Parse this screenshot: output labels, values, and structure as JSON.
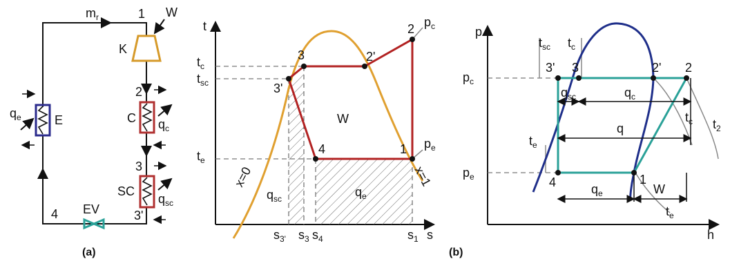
{
  "panel_a": {
    "caption": "(a)",
    "mass_flow": {
      "main": "m",
      "sub": "r"
    },
    "work": "W",
    "components": {
      "compressor": "K",
      "condenser": "C",
      "subcooler": "SC",
      "evaporator": "E",
      "expansion_valve": "EV"
    },
    "heat": {
      "condenser": {
        "main": "q",
        "sub": "c"
      },
      "subcooler": {
        "main": "q",
        "sub": "sc"
      },
      "evaporator": {
        "main": "q",
        "sub": "e"
      }
    },
    "points": [
      "1",
      "2",
      "3",
      "3'",
      "4"
    ],
    "colors": {
      "line": "#111111",
      "compressor": "#d69a2a",
      "hx_red": "#b03030",
      "hx_blue": "#2b2b8c",
      "valve": "#2aa198"
    }
  },
  "panel_ts": {
    "axis_y": "t",
    "axis_x": "s",
    "area_label": "W",
    "y_labels": {
      "tc": {
        "main": "t",
        "sub": "c"
      },
      "tsc": {
        "main": "t",
        "sub": "sc"
      },
      "te": {
        "main": "t",
        "sub": "e"
      }
    },
    "x_labels": {
      "s3p": {
        "main": "s",
        "sub": "3'"
      },
      "s3": {
        "main": "s",
        "sub": "3"
      },
      "s4": {
        "main": "s",
        "sub": "4"
      },
      "s1": {
        "main": "s",
        "sub": "1"
      }
    },
    "points": {
      "p1": "1",
      "p2": "2",
      "p2p": "2'",
      "p3": "3",
      "p3p": "3'",
      "p4": "4"
    },
    "isobars": {
      "pc": {
        "main": "p",
        "sub": "c"
      },
      "pe": {
        "main": "p",
        "sub": "e"
      }
    },
    "x0": "x=0",
    "x1": "x=1",
    "area_qsc": {
      "main": "q",
      "sub": "sc"
    },
    "area_qe": {
      "main": "q",
      "sub": "e"
    },
    "colors": {
      "dome": "#e0a030",
      "cycle": "#b22222"
    }
  },
  "panel_ph": {
    "caption": "(b)",
    "axis_y": "p",
    "axis_x": "h",
    "y_labels": {
      "pc": {
        "main": "p",
        "sub": "c"
      },
      "pe": {
        "main": "p",
        "sub": "e"
      }
    },
    "points": {
      "p1": "1",
      "p2": "2",
      "p2p": "2'",
      "p3": "3",
      "p3p": "3'",
      "p4": "4"
    },
    "isotherms": {
      "tsc": {
        "main": "t",
        "sub": "sc"
      },
      "tc": {
        "main": "t",
        "sub": "c"
      },
      "te": {
        "main": "t",
        "sub": "e"
      },
      "tc_right": {
        "main": "t",
        "sub": "c"
      },
      "t2": {
        "main": "t",
        "sub": "2"
      },
      "te_bottom": {
        "main": "t",
        "sub": "e"
      }
    },
    "dims": {
      "qsc": {
        "main": "q",
        "sub": "sc"
      },
      "qc": {
        "main": "q",
        "sub": "c"
      },
      "q": {
        "main": "q",
        "sub": ""
      },
      "qe": {
        "main": "q",
        "sub": "e"
      },
      "w": {
        "main": "W",
        "sub": ""
      }
    },
    "colors": {
      "dome": "#1f2f8a",
      "cycle": "#2aa198",
      "isotherm": "#888888"
    }
  }
}
